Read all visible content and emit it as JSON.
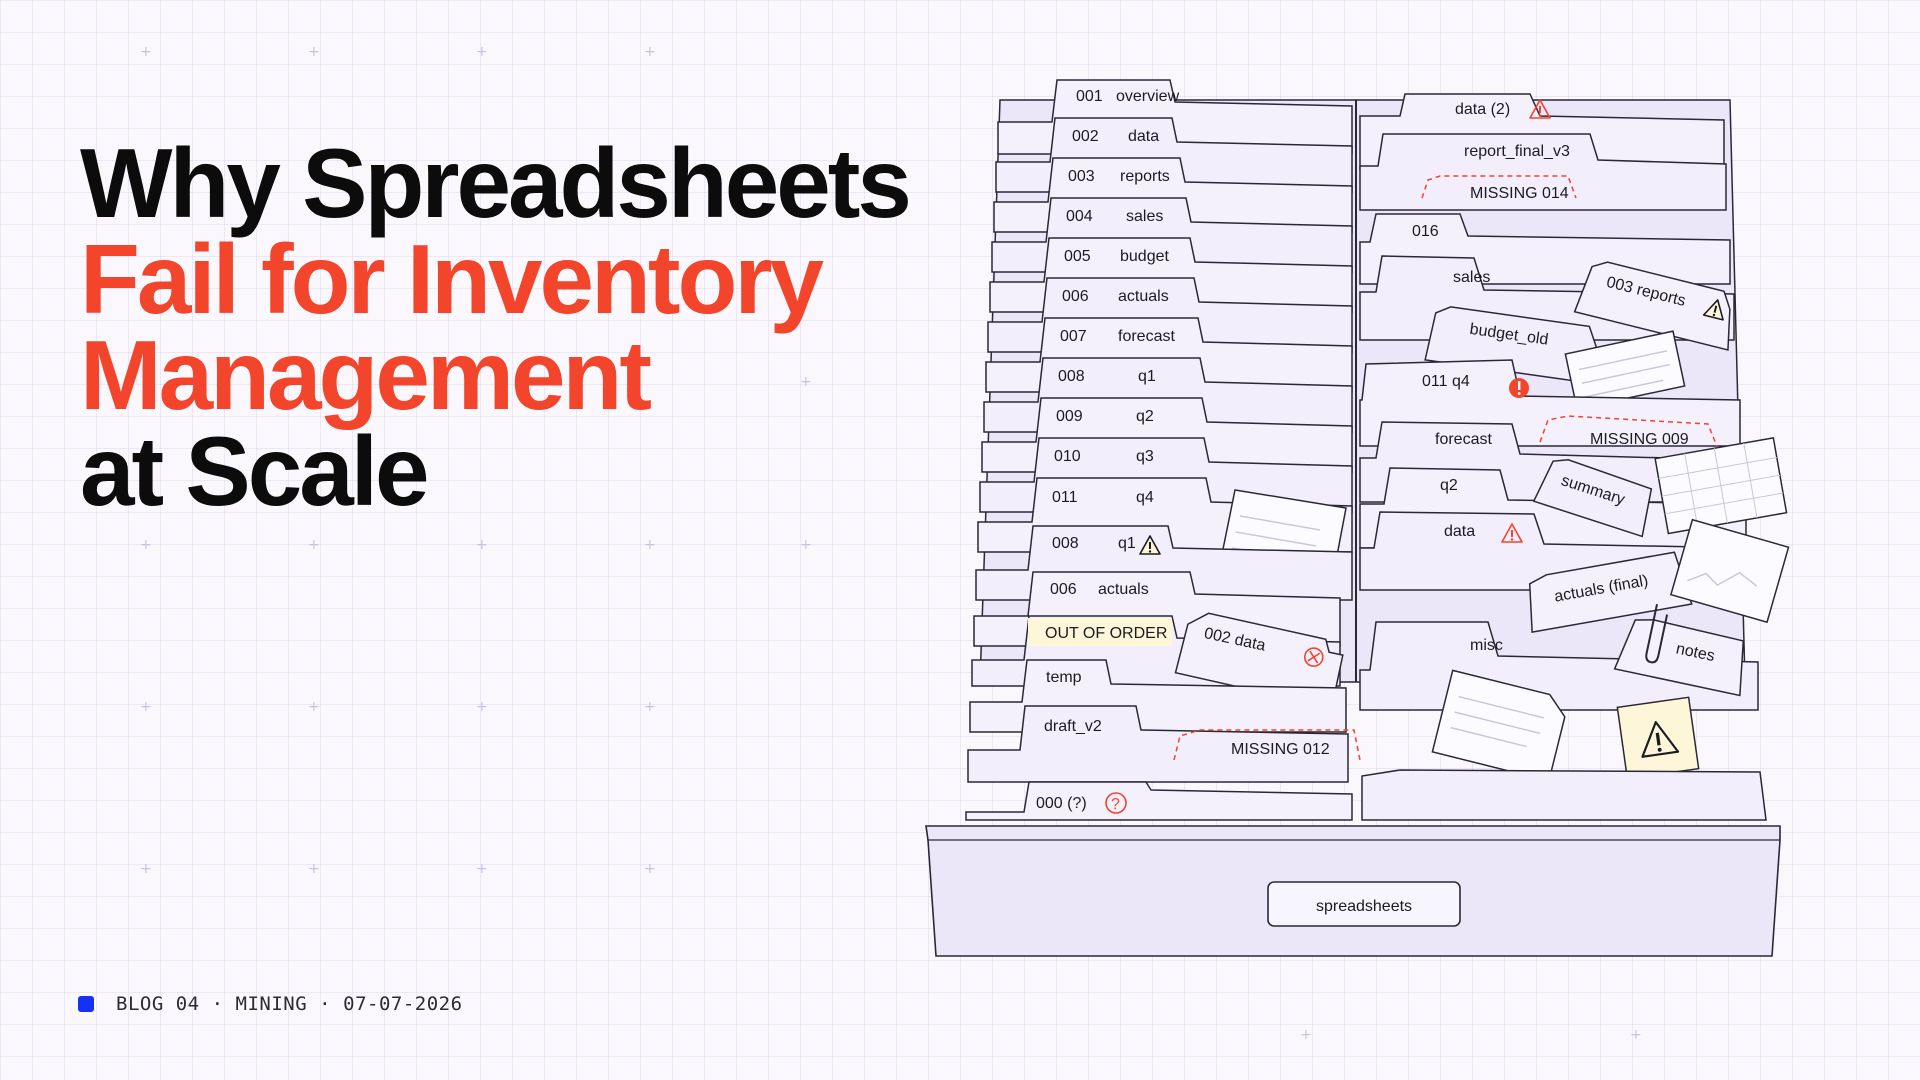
{
  "headline": {
    "word_why": "Why",
    "word_spreadsheets": "Spreadsheets",
    "line_fail": "Fail for Inventory",
    "line_management": "Management",
    "line_scale": "at Scale"
  },
  "meta": {
    "blog": "BLOG 04",
    "category": "MINING",
    "date": "07-07-2026"
  },
  "illustration": {
    "drawer_label": "spreadsheets",
    "left_tabs": [
      {
        "num": "001",
        "name": "overview"
      },
      {
        "num": "002",
        "name": "data"
      },
      {
        "num": "003",
        "name": "reports"
      },
      {
        "num": "004",
        "name": "sales"
      },
      {
        "num": "005",
        "name": "budget"
      },
      {
        "num": "006",
        "name": "actuals"
      },
      {
        "num": "007",
        "name": "forecast"
      },
      {
        "num": "008",
        "name": "q1"
      },
      {
        "num": "009",
        "name": "q2"
      },
      {
        "num": "010",
        "name": "q3"
      },
      {
        "num": "011",
        "name": "q4"
      }
    ],
    "left_misc": {
      "dup_008": {
        "num": "008",
        "name": "q1"
      },
      "dup_006": {
        "num": "006",
        "name": "actuals"
      },
      "out_of_order": "OUT OF ORDER",
      "tilted_002": "002  data",
      "temp": "temp",
      "draft": "draft_v2",
      "missing_012": "MISSING 012",
      "unknown": "000  (?)"
    },
    "right_tabs": {
      "data2": "data (2)",
      "report_final": "report_final_v3",
      "missing_014": "MISSING 014",
      "n016": "016",
      "sales": "sales",
      "reports003": "003  reports",
      "budget_old": "budget_old",
      "q4_011": "011  q4",
      "forecast": "forecast",
      "missing_009": "MISSING 009",
      "q2": "q2",
      "summary": "summary",
      "data": "data",
      "actuals_final": "actuals (final)",
      "misc": "misc",
      "notes": "notes"
    },
    "icons": {
      "warning": "warning-icon",
      "error": "error-icon",
      "question": "question-icon",
      "close": "close-circle-icon",
      "paperclip": "paperclip-icon"
    },
    "colors": {
      "accent": "#f2452c",
      "blue": "#1531f5",
      "folder": "#f1edfb",
      "outline": "#2a2836",
      "note": "#fdf6d8"
    }
  }
}
